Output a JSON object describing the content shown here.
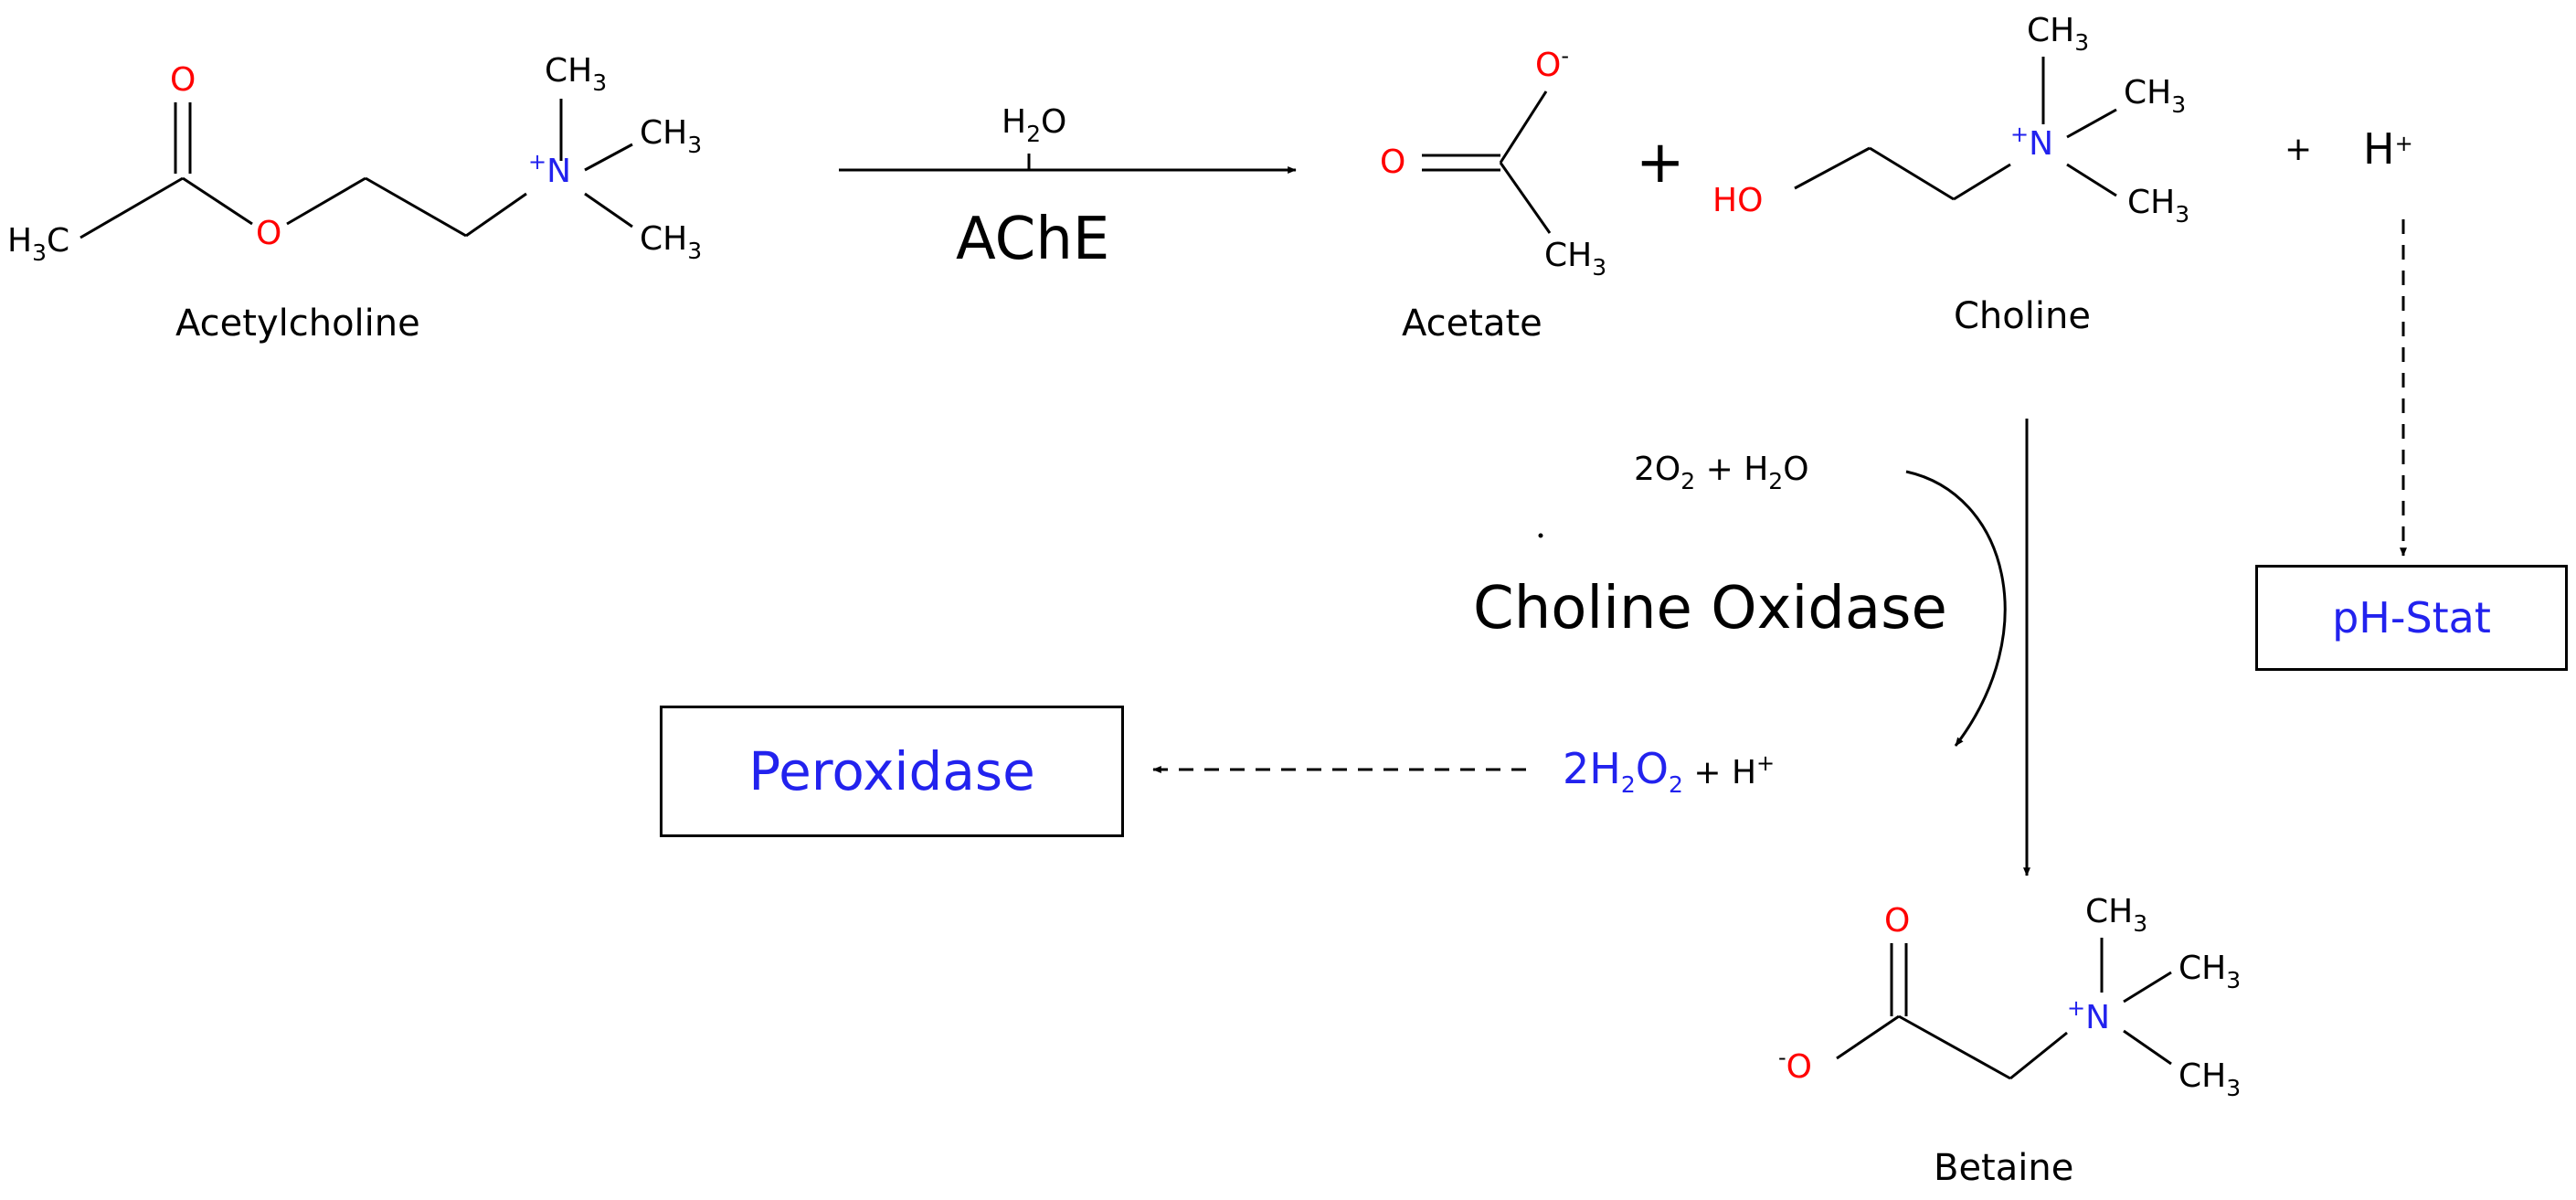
{
  "labels": {
    "acetylcholine": "Acetylcholine",
    "acetate": "Acetate",
    "choline": "Choline",
    "betaine": "Betaine"
  },
  "enzymes": {
    "ache": "AChE",
    "choline_oxidase": "Choline Oxidase"
  },
  "boxes": {
    "peroxidase": "Peroxidase",
    "ph_stat": "pH-Stat"
  },
  "atoms": {
    "o": "O",
    "n": "N",
    "ho": "HO",
    "h": "H",
    "c": "C",
    "ch": "CH",
    "sub3": "3",
    "sub2": "2",
    "plus_charge": "+",
    "minus_charge": "-"
  },
  "reagents": {
    "h2o_h": "H",
    "h2o_sub": "2",
    "h2o_o": "O",
    "o2_coef": "2O",
    "o2_sub": "2",
    "o2_plus": " + H",
    "o2_water_sub": "2",
    "o2_water_o": "O",
    "h2o2_coef": "2H",
    "h2o2_sub1": "2",
    "h2o2_o": "O",
    "h2o2_sub2": "2",
    "h2o2_plus": " + H",
    "h2o2_charge": "+",
    "proton_plus": "+",
    "proton_h": "H",
    "proton_charge": "+"
  },
  "operators": {
    "plus_big": "+",
    "plus_small": "+"
  },
  "colors": {
    "oxygen": "#ff0000",
    "nitrogen": "#2222ee",
    "highlight": "#2222ee",
    "bond": "#000000"
  }
}
